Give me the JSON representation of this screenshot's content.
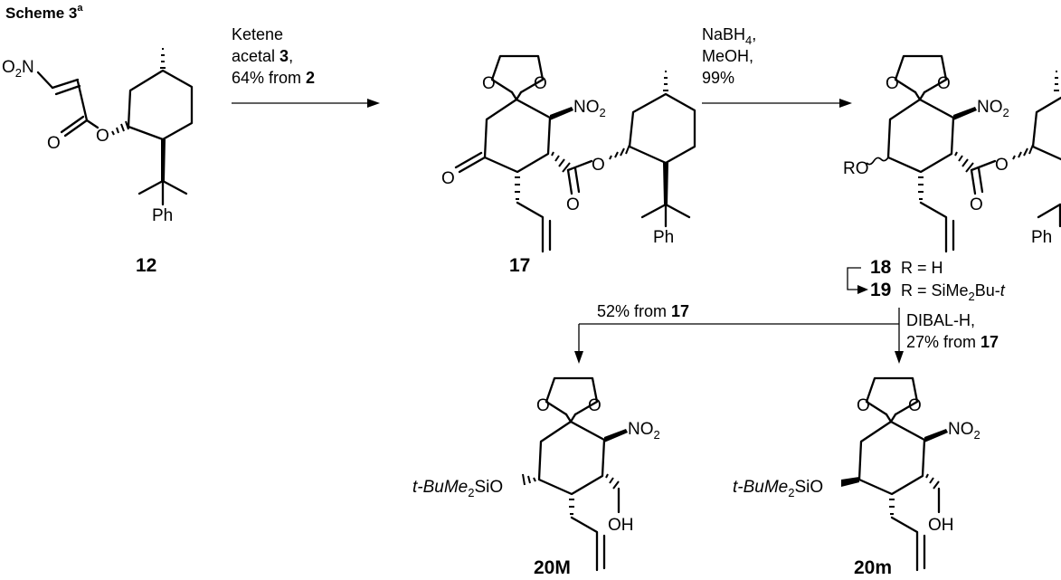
{
  "title": "Scheme 3",
  "title_sup": "a",
  "compounds": {
    "c12": "12",
    "c17": "17",
    "c20M": "20M",
    "c20m": "20m"
  },
  "atoms": {
    "O": "O",
    "Ph": "Ph",
    "NO2": "NO",
    "NO2_sub": "2",
    "O2N_pre": "O",
    "O2N_sub": "2",
    "O2N_post": "N",
    "RO": "RO",
    "OH": "OH",
    "tbs": "t-BuMe",
    "tbs_sub": "2",
    "tbs_post": "SiO"
  },
  "steps": {
    "step1_line1": "Ketene",
    "step1_line2_pre": "acetal ",
    "step1_line2_bold": "3",
    "step1_line2_post": ",",
    "step1_line3_pre": "64% from ",
    "step1_line3_bold": "2",
    "step2_line1_pre": "NaBH",
    "step2_line1_sub": "4",
    "step2_line1_post": ",",
    "step2_line2": "MeOH,",
    "step2_line3": "99%",
    "r18_num": "18",
    "r18_text": "R = H",
    "r19_num": "19",
    "r19_text_pre": "R = SiMe",
    "r19_text_sub": "2",
    "r19_text_post": "Bu-",
    "r19_text_italic": "t",
    "step3_line1": "DIBAL-H,",
    "step3_line2_pre": "27% from ",
    "step3_line2_bold": "17",
    "step4_pre": "52% from ",
    "step4_bold": "17"
  }
}
